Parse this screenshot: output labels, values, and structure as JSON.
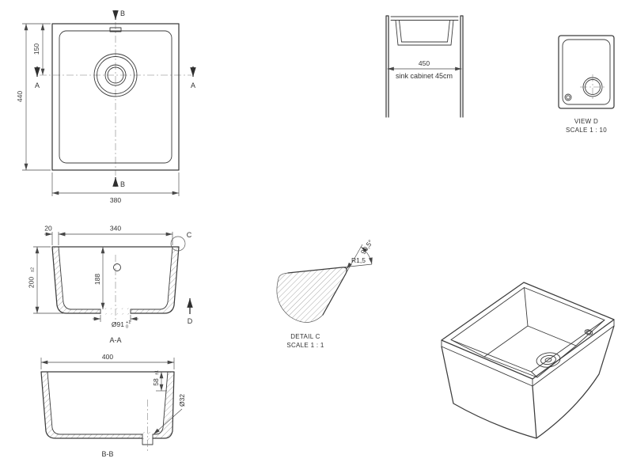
{
  "plan_view": {
    "section_marker_b_top": "B",
    "section_marker_b_bottom": "B",
    "section_marker_a_left": "A",
    "section_marker_a_right": "A",
    "dim_drain_from_top": "150",
    "dim_overall_height": "440",
    "dim_overall_width": "380"
  },
  "cabinet_view": {
    "dim_width": "450",
    "caption": "sink cabinet 45cm"
  },
  "view_d": {
    "title": "VIEW D",
    "scale": "SCALE 1 : 10"
  },
  "section_a_a": {
    "dim_flange": "20",
    "dim_bowl_width": "340",
    "dim_bowl_depth": "188",
    "dim_overall_height": "200",
    "dim_overall_height_tol": "±2",
    "dim_drain": "Ø91",
    "dim_drain_tol_upper": "+1",
    "dim_drain_tol_lower": "0",
    "detail_marker": "C",
    "view_arrow_label": "D",
    "caption": "A-A"
  },
  "detail_c": {
    "angle": "90,5°",
    "radius": "R1,5",
    "title": "DETAIL C",
    "scale": "SCALE 1 : 1"
  },
  "section_b_b": {
    "dim_overall_width": "400",
    "dim_offset": "58",
    "dim_offset_tol": "±1",
    "dim_outlet": "Ø32",
    "caption": "B-B"
  }
}
